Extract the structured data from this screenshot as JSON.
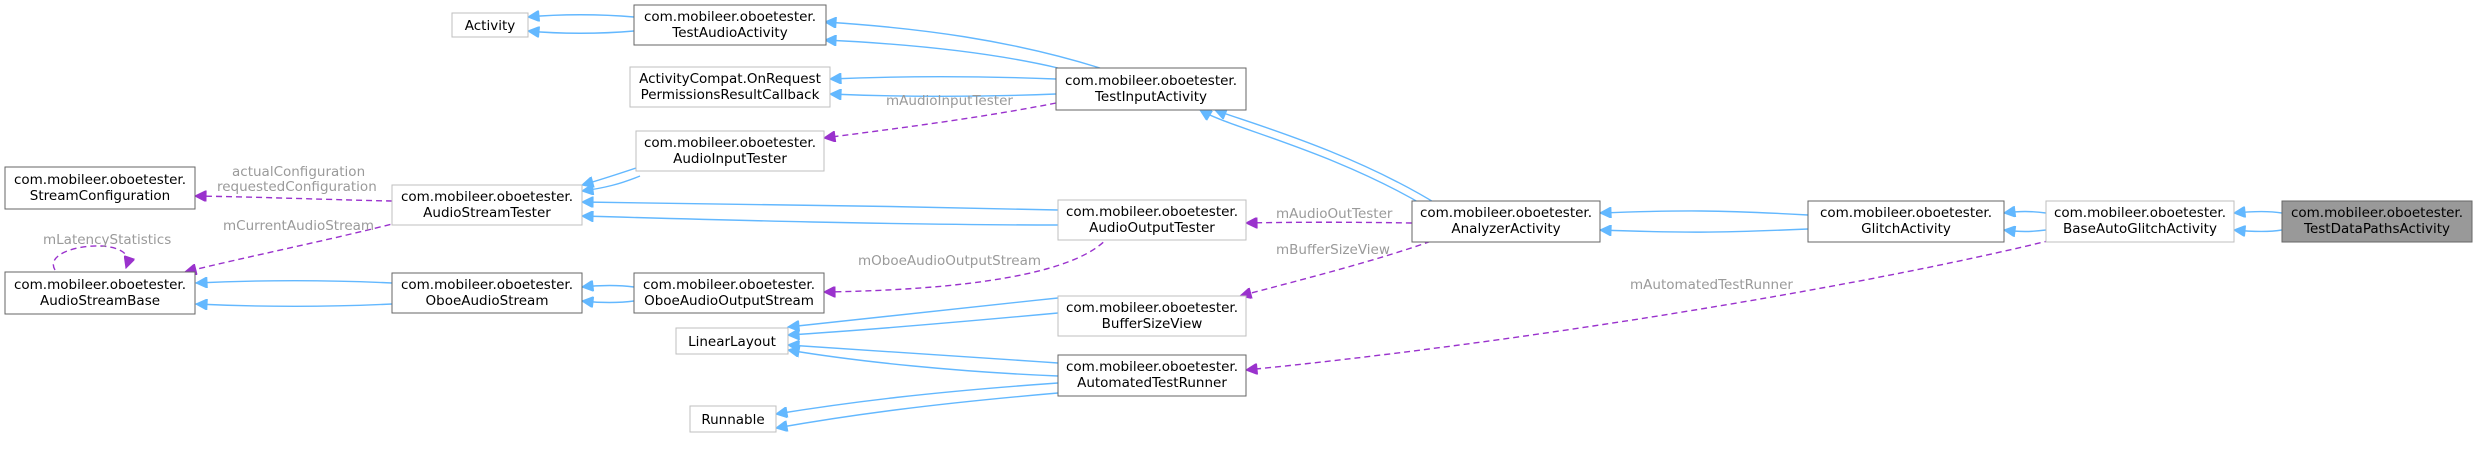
{
  "diagram": {
    "type": "class-collaboration-graph",
    "colors": {
      "inheritance": "#63b8ff",
      "usage": "#9a32cd",
      "label": "#9a9a9a",
      "focus_fill": "#999999",
      "box_border_strong": "#666666",
      "box_border_light": "#bfbfbf"
    },
    "nodes": {
      "activity": {
        "lines": [
          "Activity"
        ]
      },
      "test_audio_activity": {
        "lines": [
          "com.mobileer.oboetester.",
          "TestAudioActivity"
        ]
      },
      "activity_compat": {
        "lines": [
          "ActivityCompat.OnRequest",
          "PermissionsResultCallback"
        ]
      },
      "test_input_activity": {
        "lines": [
          "com.mobileer.oboetester.",
          "TestInputActivity"
        ]
      },
      "stream_configuration": {
        "lines": [
          "com.mobileer.oboetester.",
          "StreamConfiguration"
        ]
      },
      "audio_stream_tester": {
        "lines": [
          "com.mobileer.oboetester.",
          "AudioStreamTester"
        ]
      },
      "audio_input_tester": {
        "lines": [
          "com.mobileer.oboetester.",
          "AudioInputTester"
        ]
      },
      "audio_stream_base": {
        "lines": [
          "com.mobileer.oboetester.",
          "AudioStreamBase"
        ]
      },
      "oboe_audio_stream": {
        "lines": [
          "com.mobileer.oboetester.",
          "OboeAudioStream"
        ]
      },
      "oboe_audio_output_stream": {
        "lines": [
          "com.mobileer.oboetester.",
          "OboeAudioOutputStream"
        ]
      },
      "audio_output_tester": {
        "lines": [
          "com.mobileer.oboetester.",
          "AudioOutputTester"
        ]
      },
      "analyzer_activity": {
        "lines": [
          "com.mobileer.oboetester.",
          "AnalyzerActivity"
        ]
      },
      "buffer_size_view": {
        "lines": [
          "com.mobileer.oboetester.",
          "BufferSizeView"
        ]
      },
      "linear_layout": {
        "lines": [
          "LinearLayout"
        ]
      },
      "automated_test_runner": {
        "lines": [
          "com.mobileer.oboetester.",
          "AutomatedTestRunner"
        ]
      },
      "runnable": {
        "lines": [
          "Runnable"
        ]
      },
      "glitch_activity": {
        "lines": [
          "com.mobileer.oboetester.",
          "GlitchActivity"
        ]
      },
      "base_auto_glitch_activity": {
        "lines": [
          "com.mobileer.oboetester.",
          "BaseAutoGlitchActivity"
        ]
      },
      "test_data_paths_activity": {
        "lines": [
          "com.mobileer.oboetester.",
          "TestDataPathsActivity"
        ]
      }
    },
    "edge_labels": {
      "m_audio_input_tester": "mAudioInputTester",
      "actual_configuration": "actualConfiguration",
      "requested_configuration": "requestedConfiguration",
      "m_latency_statistics": "mLatencyStatistics",
      "m_current_audio_stream": "mCurrentAudioStream",
      "m_oboe_audio_output_stream": "mOboeAudioOutputStream",
      "m_audio_out_tester": "mAudioOutTester",
      "m_buffer_size_view": "mBufferSizeView",
      "m_automated_test_runner": "mAutomatedTestRunner"
    }
  }
}
